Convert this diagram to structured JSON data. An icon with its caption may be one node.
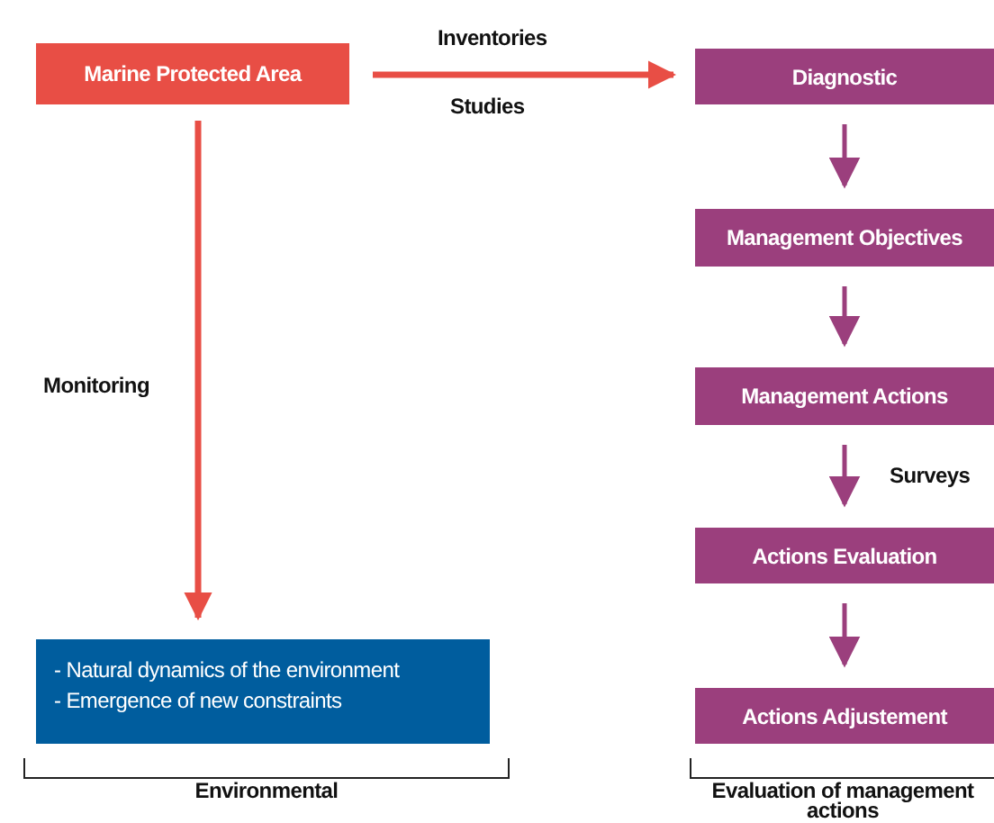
{
  "diagram": {
    "nodes": [
      {
        "text": [
          "Marine Protected Area"
        ]
      },
      {
        "text": [
          "Diagnostic"
        ]
      },
      {
        "text": [
          "Management Objectives"
        ]
      },
      {
        "text": [
          "Management Actions"
        ]
      },
      {
        "text": [
          "Actions Evaluation"
        ]
      },
      {
        "text": [
          "Actions  Adjustement"
        ]
      },
      {
        "text": [
          "- Natural dynamics of the environment",
          "- Emergence of new constraints"
        ]
      }
    ],
    "edges": [
      {
        "from": 0,
        "to": 1,
        "arrow": "to",
        "label": "Inventories",
        "color": "#e84e45"
      },
      {
        "from": 0,
        "to": 6,
        "arrow": "to",
        "label": "Monitoring",
        "color": "#e84e45"
      },
      {
        "from": 1,
        "to": 2,
        "arrow": "to"
      },
      {
        "from": 2,
        "to": 3,
        "arrow": "to"
      },
      {
        "from": 3,
        "to": 4,
        "arrow": "to",
        "label": "Surveys"
      },
      {
        "from": 4,
        "to": 5,
        "arrow": "to"
      }
    ],
    "labels": [
      "Studies",
      "Environmental",
      "Evaluation of management actions"
    ]
  }
}
